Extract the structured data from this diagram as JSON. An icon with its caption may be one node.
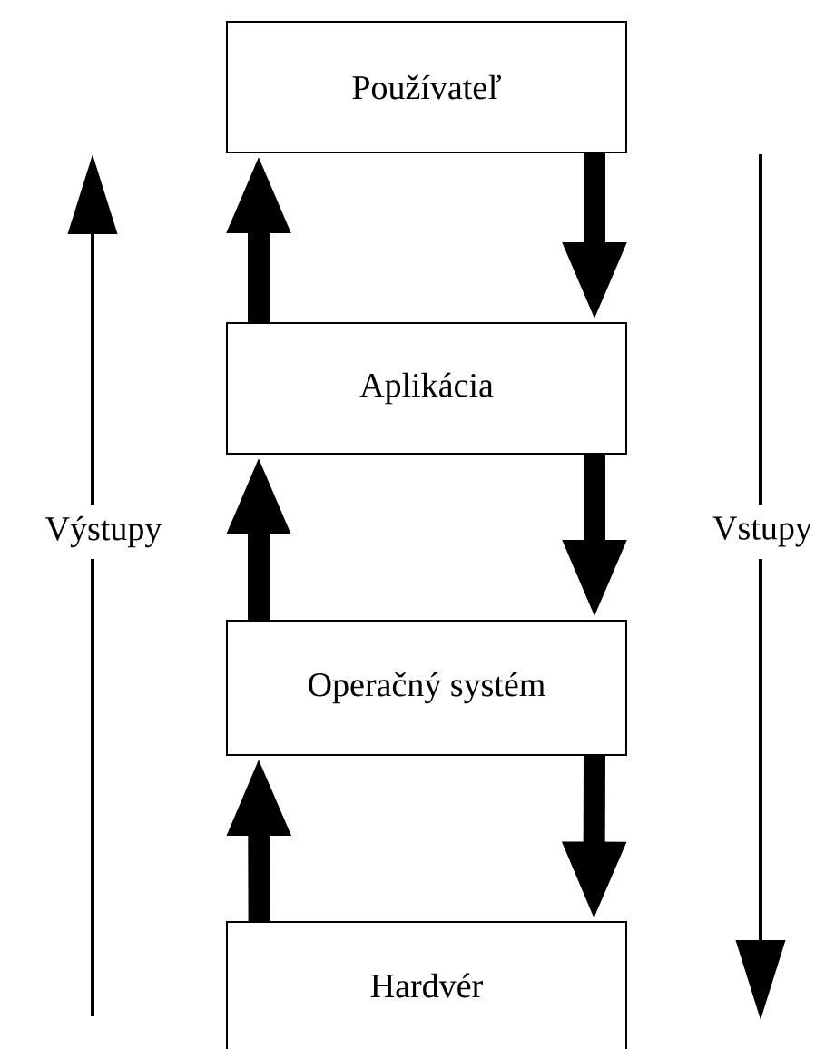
{
  "diagram": {
    "nodes": [
      {
        "text": [
          "Používateľ"
        ]
      },
      {
        "text": [
          "Aplikácia"
        ]
      },
      {
        "text": [
          "Operačný systém"
        ]
      },
      {
        "text": [
          "Hardvér"
        ]
      }
    ],
    "edges": [
      {
        "from": 1,
        "to": 0,
        "arrow": "to"
      },
      {
        "from": 0,
        "to": 1,
        "arrow": "to"
      },
      {
        "from": 2,
        "to": 1,
        "arrow": "to"
      },
      {
        "from": 1,
        "to": 2,
        "arrow": "to"
      },
      {
        "from": 3,
        "to": 2,
        "arrow": "to"
      },
      {
        "from": 2,
        "to": 3,
        "arrow": "to"
      }
    ],
    "labels": [
      "Výstupy",
      "Vstupy"
    ]
  }
}
